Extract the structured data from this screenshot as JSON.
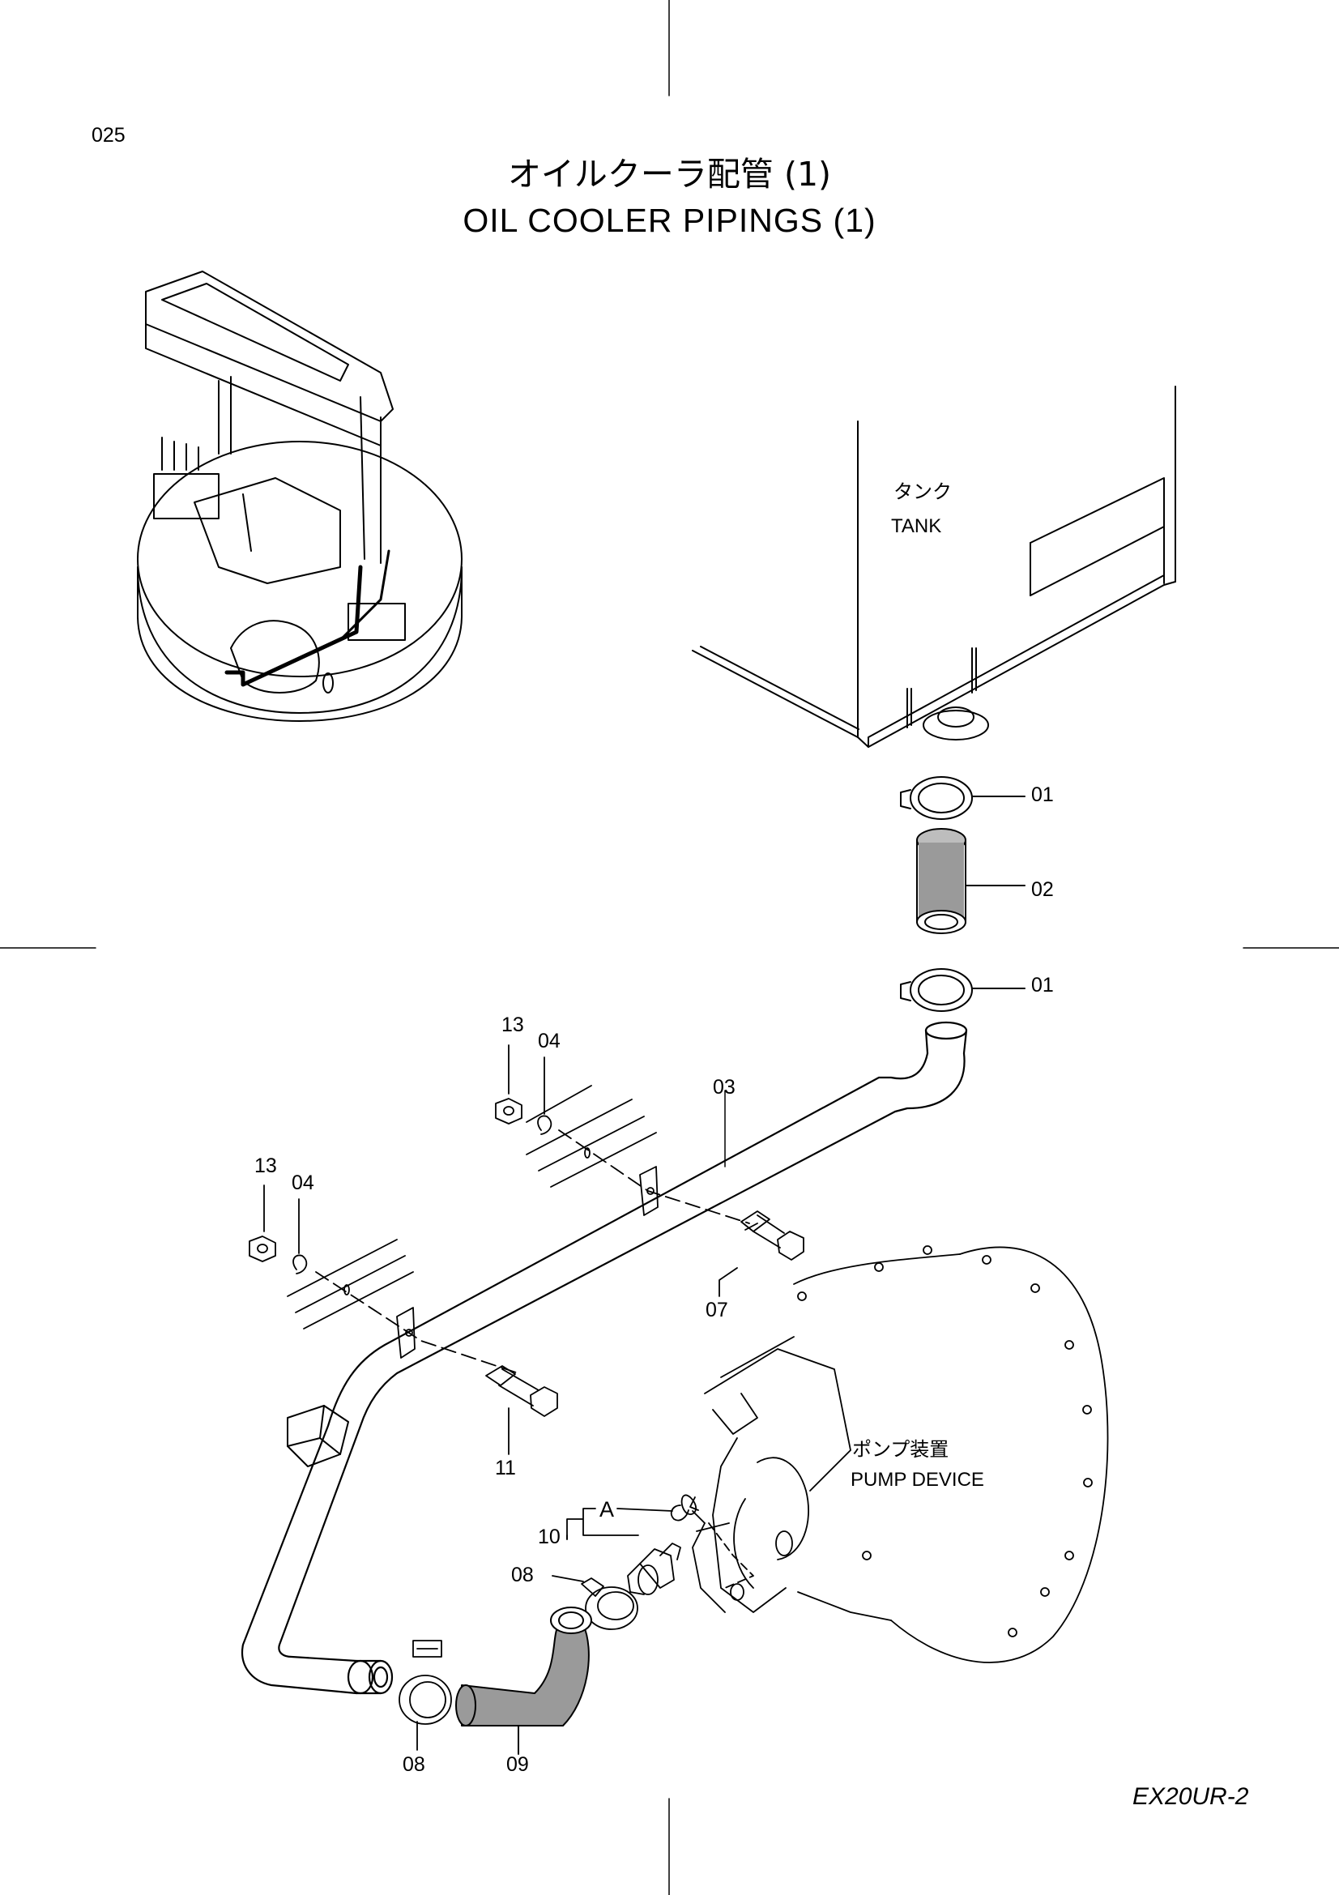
{
  "page": {
    "number": "025",
    "title_jp": "オイルクーラ配管 (1)",
    "title_en": "OIL COOLER PIPINGS (1)",
    "model": "EX20UR-2"
  },
  "labels": {
    "tank_jp": "タンク",
    "tank_en": "TANK",
    "pump_jp": "ポンプ装置",
    "pump_en": "PUMP DEVICE",
    "view_a": "A"
  },
  "callouts": {
    "p01_top": "01",
    "p02": "02",
    "p01_bottom": "01",
    "p03": "03",
    "p13_upper": "13",
    "p04_upper": "04",
    "p13_lower": "13",
    "p04_lower": "04",
    "p07": "07",
    "p11": "11",
    "p10": "10",
    "p08_upper": "08",
    "p08_lower": "08",
    "p09": "09"
  },
  "colors": {
    "ink": "#000000",
    "paper": "#ffffff",
    "hose_fill": "#9a9a9a"
  }
}
